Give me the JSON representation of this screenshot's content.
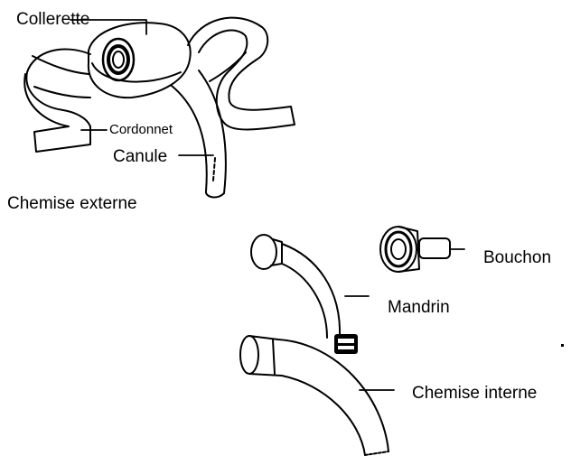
{
  "labels": {
    "collerette": "Collerette",
    "cordonnet": "Cordonnet",
    "canule": "Canule",
    "chemise_externe": "Chemise externe",
    "bouchon": "Bouchon",
    "mandrin": "Mandrin",
    "chemise_interne": "Chemise interne"
  },
  "colors": {
    "ink": "#000000",
    "background": "#ffffff"
  }
}
